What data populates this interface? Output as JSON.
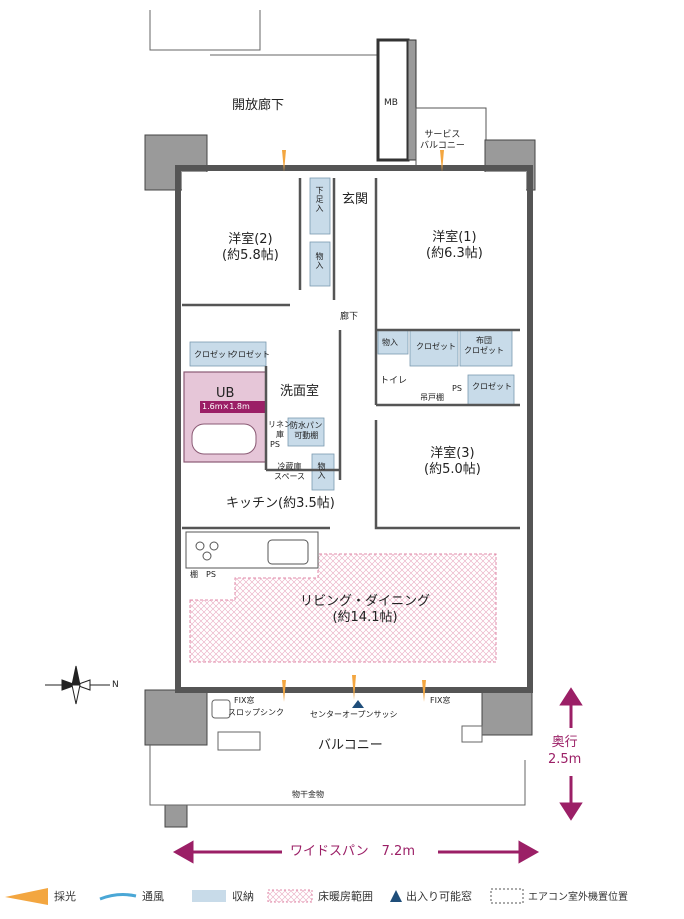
{
  "rooms": {
    "open_corridor": "開放廊下",
    "mb": "MB",
    "service_balcony": "サービス\nバルコニー",
    "entrance": "玄関",
    "shoe_storage": "下足入",
    "western2": "洋室(2)\n(約5.8帖)",
    "western1": "洋室(1)\n(約6.3帖)",
    "storage": "物入",
    "hallway": "廊下",
    "closet": "クロゼット",
    "futon_closet": "布団\nクロゼット",
    "toilet": "トイレ",
    "hanging_shelf": "吊戸棚",
    "ps": "PS",
    "ub": "UB",
    "ub_size": "1.6m×1.8m",
    "washroom": "洗面室",
    "linen": "リネン\n庫",
    "waterproof_pan": "防水パン\n可動棚",
    "western3": "洋室(3)\n(約5.0帖)",
    "fridge": "冷蔵庫\nスペース",
    "kitchen": "キッチン(約3.5帖)",
    "shelf": "棚",
    "living": "リビング・ダイニング\n(約14.1帖)",
    "fix_window": "FIX窓",
    "slop_sink": "スロップシンク",
    "center_sash": "センターオープンサッシ",
    "balcony": "バルコニー",
    "laundry_rack": "物干金物"
  },
  "dimensions": {
    "depth": "奥行\n2.5m",
    "wide_span": "ワイドスパン　7.2m"
  },
  "compass": {
    "label": "N"
  },
  "legend": [
    {
      "label": "採光",
      "symbol": "light-icon"
    },
    {
      "label": "通風",
      "symbol": "ventilation-icon"
    },
    {
      "label": "収納",
      "symbol": "storage-swatch"
    },
    {
      "label": "床暖房範囲",
      "symbol": "floor-heating-swatch"
    },
    {
      "label": "出入り可能窓",
      "symbol": "accessible-window-icon"
    },
    {
      "label": "エアコン室外機置位置",
      "symbol": "ac-unit-icon"
    }
  ],
  "colors": {
    "storage": "#c8dbe9",
    "bath": "#e6c6d8",
    "accent": "#9b1f66",
    "light": "#f3a640",
    "wind": "#4aa7d6"
  }
}
